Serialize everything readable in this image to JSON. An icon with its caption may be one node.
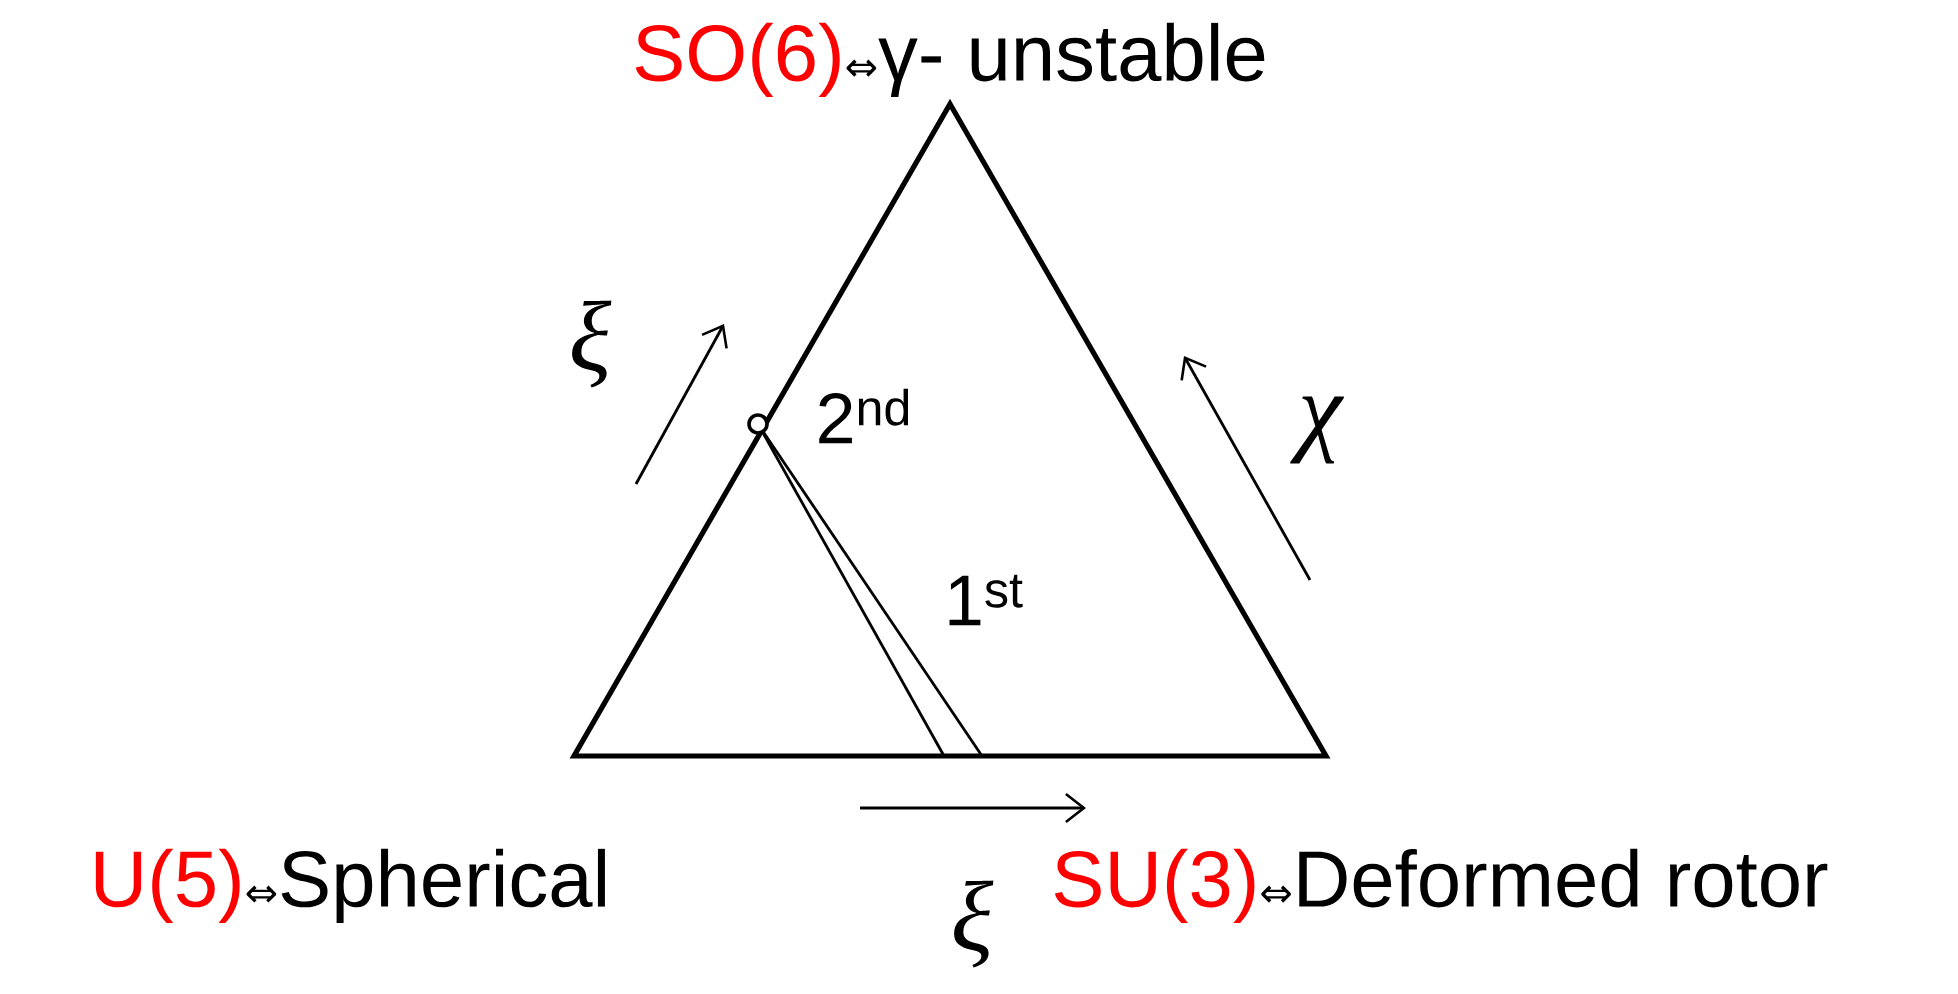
{
  "diagram": {
    "nodes": [
      {
        "text": [
          "SO(6)",
          "⇔",
          "γ- unstable"
        ]
      },
      {
        "text": [
          "U(5)",
          "⇔",
          "Spherical"
        ]
      },
      {
        "text": [
          "SU(3)",
          "⇔",
          "Deformed rotor"
        ]
      }
    ],
    "labels": [
      "ξ",
      "2$^{nd}$",
      "χ",
      "1$^{st}$",
      "ξ"
    ]
  }
}
